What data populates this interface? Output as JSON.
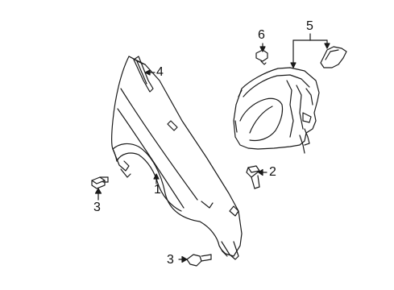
{
  "diagram": {
    "callouts": {
      "c1": "1",
      "c2": "2",
      "c3a": "3",
      "c3b": "3",
      "c4": "4",
      "c5": "5",
      "c6": "6"
    },
    "colors": {
      "line": "#1a1a1a",
      "fill": "#ffffff"
    }
  }
}
